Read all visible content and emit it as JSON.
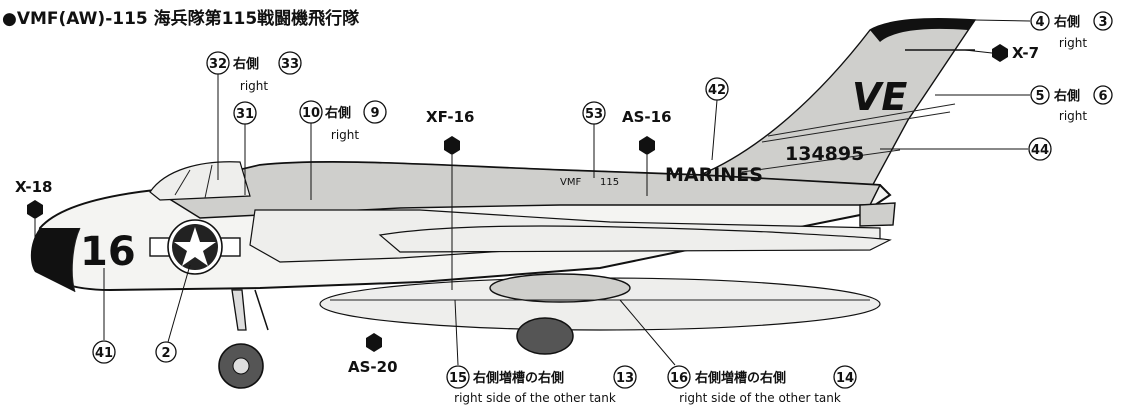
{
  "title": "●VMF(AW)-115 海兵隊第115戦闘機飛行隊",
  "aircraft_markings": {
    "nose_number": "16",
    "tail_code": "VE",
    "serial": "134895",
    "fuselage_text": "MARINES",
    "squadron_text": "VMF",
    "squadron_number": "115"
  },
  "color_codes": {
    "x18": "X-18",
    "x7": "X-7",
    "xf16": "XF-16",
    "as16": "AS-16",
    "as20": "AS-20"
  },
  "callouts": {
    "c4": "4",
    "c3": "3",
    "right_side_a": "右側",
    "right_a": "right",
    "c5": "5",
    "c6": "6",
    "right_side_b": "右側",
    "right_b": "right",
    "c44": "44",
    "c32": "32",
    "c33": "33",
    "right_side_c": "右側",
    "right_c": "right",
    "c31": "31",
    "c10": "10",
    "c9": "9",
    "right_side_d": "右側",
    "right_d": "right",
    "c53": "53",
    "c42": "42",
    "c41": "41",
    "c2": "2",
    "c15": "15",
    "c13": "13",
    "tank_text_a": "右側増槽の右側",
    "tank_sub_a": "right side of the other tank",
    "c16": "16",
    "c14": "14",
    "tank_text_b": "右側増槽の右側",
    "tank_sub_b": "right side of the other tank"
  },
  "colors": {
    "ink": "#111111",
    "upper_grey": "#cfcfcc",
    "lower_white": "#f4f4f2"
  }
}
